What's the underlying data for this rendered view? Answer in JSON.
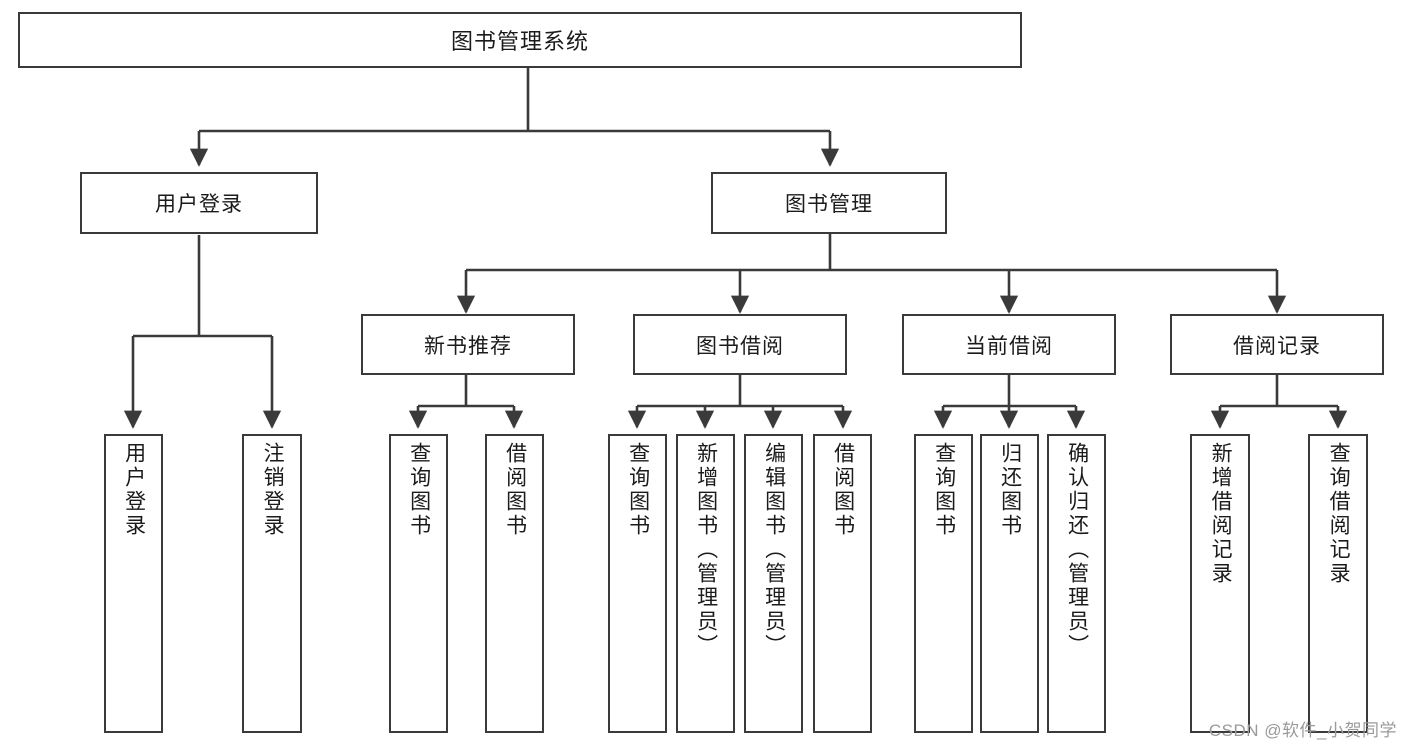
{
  "diagram": {
    "type": "tree-hierarchy",
    "title": "图书管理系统",
    "root": {
      "label": "图书管理系统"
    },
    "level1": [
      {
        "id": "user-login",
        "label": "用户登录"
      },
      {
        "id": "book-manage",
        "label": "图书管理"
      }
    ],
    "level2": [
      {
        "id": "new-book-recommend",
        "label": "新书推荐",
        "parent": "book-manage"
      },
      {
        "id": "book-borrow",
        "label": "图书借阅",
        "parent": "book-manage"
      },
      {
        "id": "current-borrow",
        "label": "当前借阅",
        "parent": "book-manage"
      },
      {
        "id": "borrow-record",
        "label": "借阅记录",
        "parent": "book-manage"
      }
    ],
    "leaves": {
      "user_login": [
        {
          "id": "leaf-user-login",
          "label": "用户登录"
        },
        {
          "id": "leaf-user-logout",
          "label": "注销登录"
        }
      ],
      "new_book_recommend": [
        {
          "id": "leaf-query-book-1",
          "label": "查询图书"
        },
        {
          "id": "leaf-borrow-book-1",
          "label": "借阅图书"
        }
      ],
      "book_borrow": [
        {
          "id": "leaf-query-book-2",
          "label": "查询图书"
        },
        {
          "id": "leaf-add-book",
          "label": "新增图书（管理员）"
        },
        {
          "id": "leaf-edit-book",
          "label": "编辑图书（管理员）"
        },
        {
          "id": "leaf-borrow-book-2",
          "label": "借阅图书"
        }
      ],
      "current_borrow": [
        {
          "id": "leaf-query-book-3",
          "label": "查询图书"
        },
        {
          "id": "leaf-return-book",
          "label": "归还图书"
        },
        {
          "id": "leaf-confirm-return",
          "label": "确认归还（管理员）"
        }
      ],
      "borrow_record": [
        {
          "id": "leaf-add-record",
          "label": "新增借阅记录"
        },
        {
          "id": "leaf-query-record",
          "label": "查询借阅记录"
        }
      ]
    }
  },
  "watermark": {
    "text": "CSDN @软件_小贺同学"
  },
  "colors": {
    "border": "#3a3a3a",
    "text": "#1b1b1b",
    "background": "#ffffff",
    "watermark": "#9a9a9a"
  }
}
